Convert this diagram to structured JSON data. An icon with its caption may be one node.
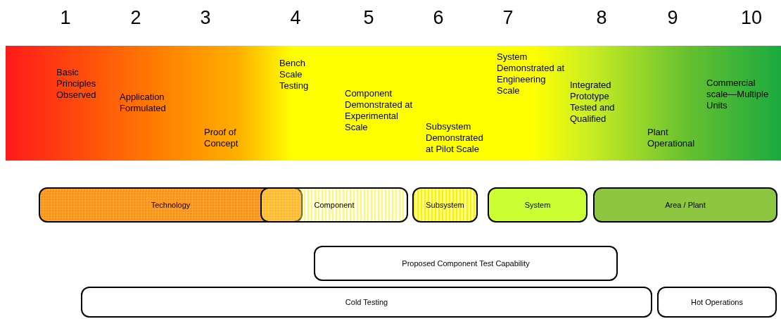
{
  "diagram": {
    "nodes": [
      {
        "text": [
          "Technology"
        ]
      },
      {
        "text": [
          "Component"
        ]
      },
      {
        "text": [
          "Subsystem"
        ]
      },
      {
        "text": [
          "System"
        ]
      },
      {
        "text": [
          "Area / Plant"
        ]
      },
      {
        "text": [
          "Proposed Component Test Capability"
        ]
      },
      {
        "text": [
          "Cold Testing"
        ]
      },
      {
        "text": [
          "Hot Operations"
        ]
      }
    ],
    "edges": [],
    "labels": [
      "1",
      "2",
      "3",
      "4",
      "5",
      "6",
      "7",
      "8",
      "9",
      "10",
      "Basic Principles Observed",
      "Application Formulated",
      "Proof of Concept",
      "Bench Scale Testing",
      "Component Demonstrated at Experimental Scale",
      "Subsystem Demonstrated at Pilot Scale",
      "System Demonstrated at Engineering Scale",
      "Integrated Prototype Tested and Qualified",
      "Plant Operational",
      "Commercial scale—Multiple Units"
    ]
  }
}
